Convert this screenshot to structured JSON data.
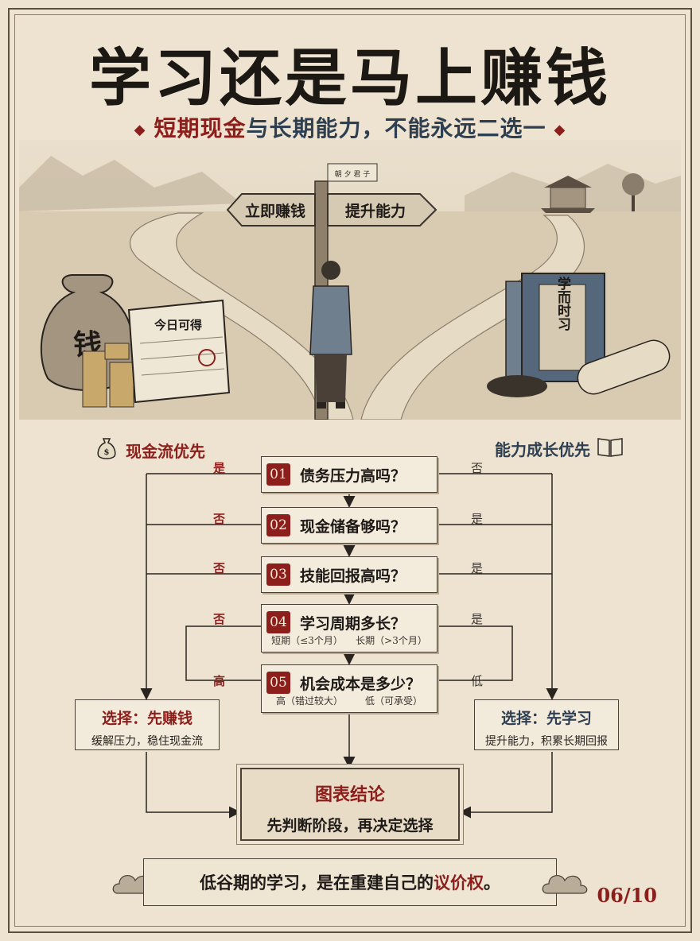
{
  "title": "学习还是马上赚钱",
  "subtitle": {
    "accent": "短期现金",
    "rest": "与长期能力，不能永远二选一"
  },
  "scene": {
    "sign_left": "立即赚钱",
    "sign_right": "提升能力",
    "flag_text": "朝 夕 君 子",
    "money_bag": "钱",
    "calendar": "今日可得",
    "book": "学而时习"
  },
  "sides": {
    "left": "现金流优先",
    "right": "能力成长优先"
  },
  "questions": [
    {
      "num": "01",
      "text": "债务压力高吗？",
      "left": "是",
      "right": "否"
    },
    {
      "num": "02",
      "text": "现金储备够吗？",
      "left": "否",
      "right": "是"
    },
    {
      "num": "03",
      "text": "技能回报高吗？",
      "left": "否",
      "right": "是"
    },
    {
      "num": "04",
      "text": "学习周期多长？",
      "left": "否",
      "right": "是",
      "sub_left": "短期（≤3个月）",
      "sub_right": "长期（>3个月）"
    },
    {
      "num": "05",
      "text": "机会成本是多少？",
      "left": "高",
      "right": "低",
      "sub_left": "高（错过较大）",
      "sub_right": "低（可承受）"
    }
  ],
  "choices": {
    "left_title": "选择：先赚钱",
    "left_sub": "缓解压力，稳住现金流",
    "right_title": "选择：先学习",
    "right_sub": "提升能力，积累长期回报"
  },
  "conclusion": {
    "title": "图表结论",
    "text": "先判断阶段，再决定选择"
  },
  "banner": {
    "prefix": "低谷期的学习，是在重建自己的",
    "accent": "议价权",
    "suffix": "。"
  },
  "page": "06/10",
  "colors": {
    "accent_red": "#8c1f1c",
    "accent_blue": "#2f3f52",
    "paper": "#ede3d0"
  }
}
